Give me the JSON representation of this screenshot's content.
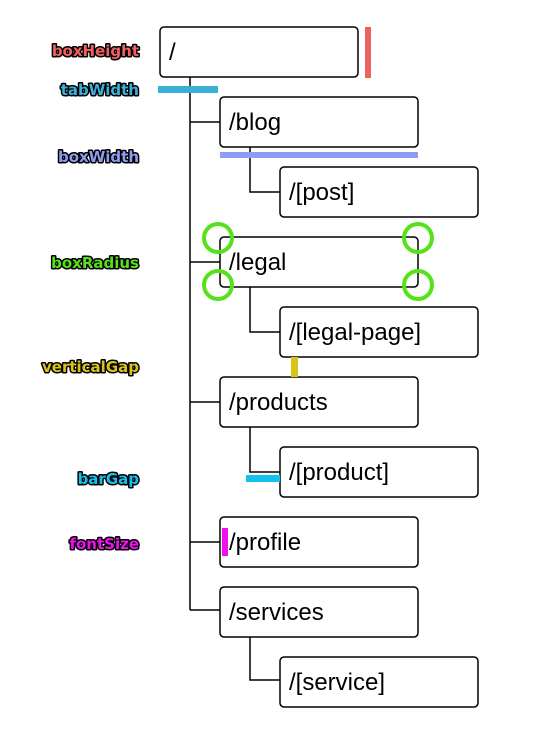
{
  "tree": {
    "root": "/",
    "children": [
      {
        "label": "/blog",
        "children": [
          {
            "label": "/[post]"
          }
        ]
      },
      {
        "label": "/legal",
        "children": [
          {
            "label": "/[legal-page]"
          }
        ]
      },
      {
        "label": "/products",
        "children": [
          {
            "label": "/[product]"
          }
        ]
      },
      {
        "label": "/profile"
      },
      {
        "label": "/services",
        "children": [
          {
            "label": "/[service]"
          }
        ]
      }
    ]
  },
  "annotations": {
    "box_height": {
      "label": "boxHeight",
      "color": "#f06060"
    },
    "tab_width": {
      "label": "tabWidth",
      "color": "#3ab0d8"
    },
    "box_width": {
      "label": "boxWidth",
      "color": "#8e9bf0"
    },
    "box_radius": {
      "label": "boxRadius",
      "color": "#55e21a"
    },
    "vertical_gap": {
      "label": "verticalGap",
      "color": "#d8c418"
    },
    "bar_gap": {
      "label": "barGap",
      "color": "#14c0ec"
    },
    "font_size": {
      "label": "fontSize",
      "color": "#ee11ee"
    }
  }
}
